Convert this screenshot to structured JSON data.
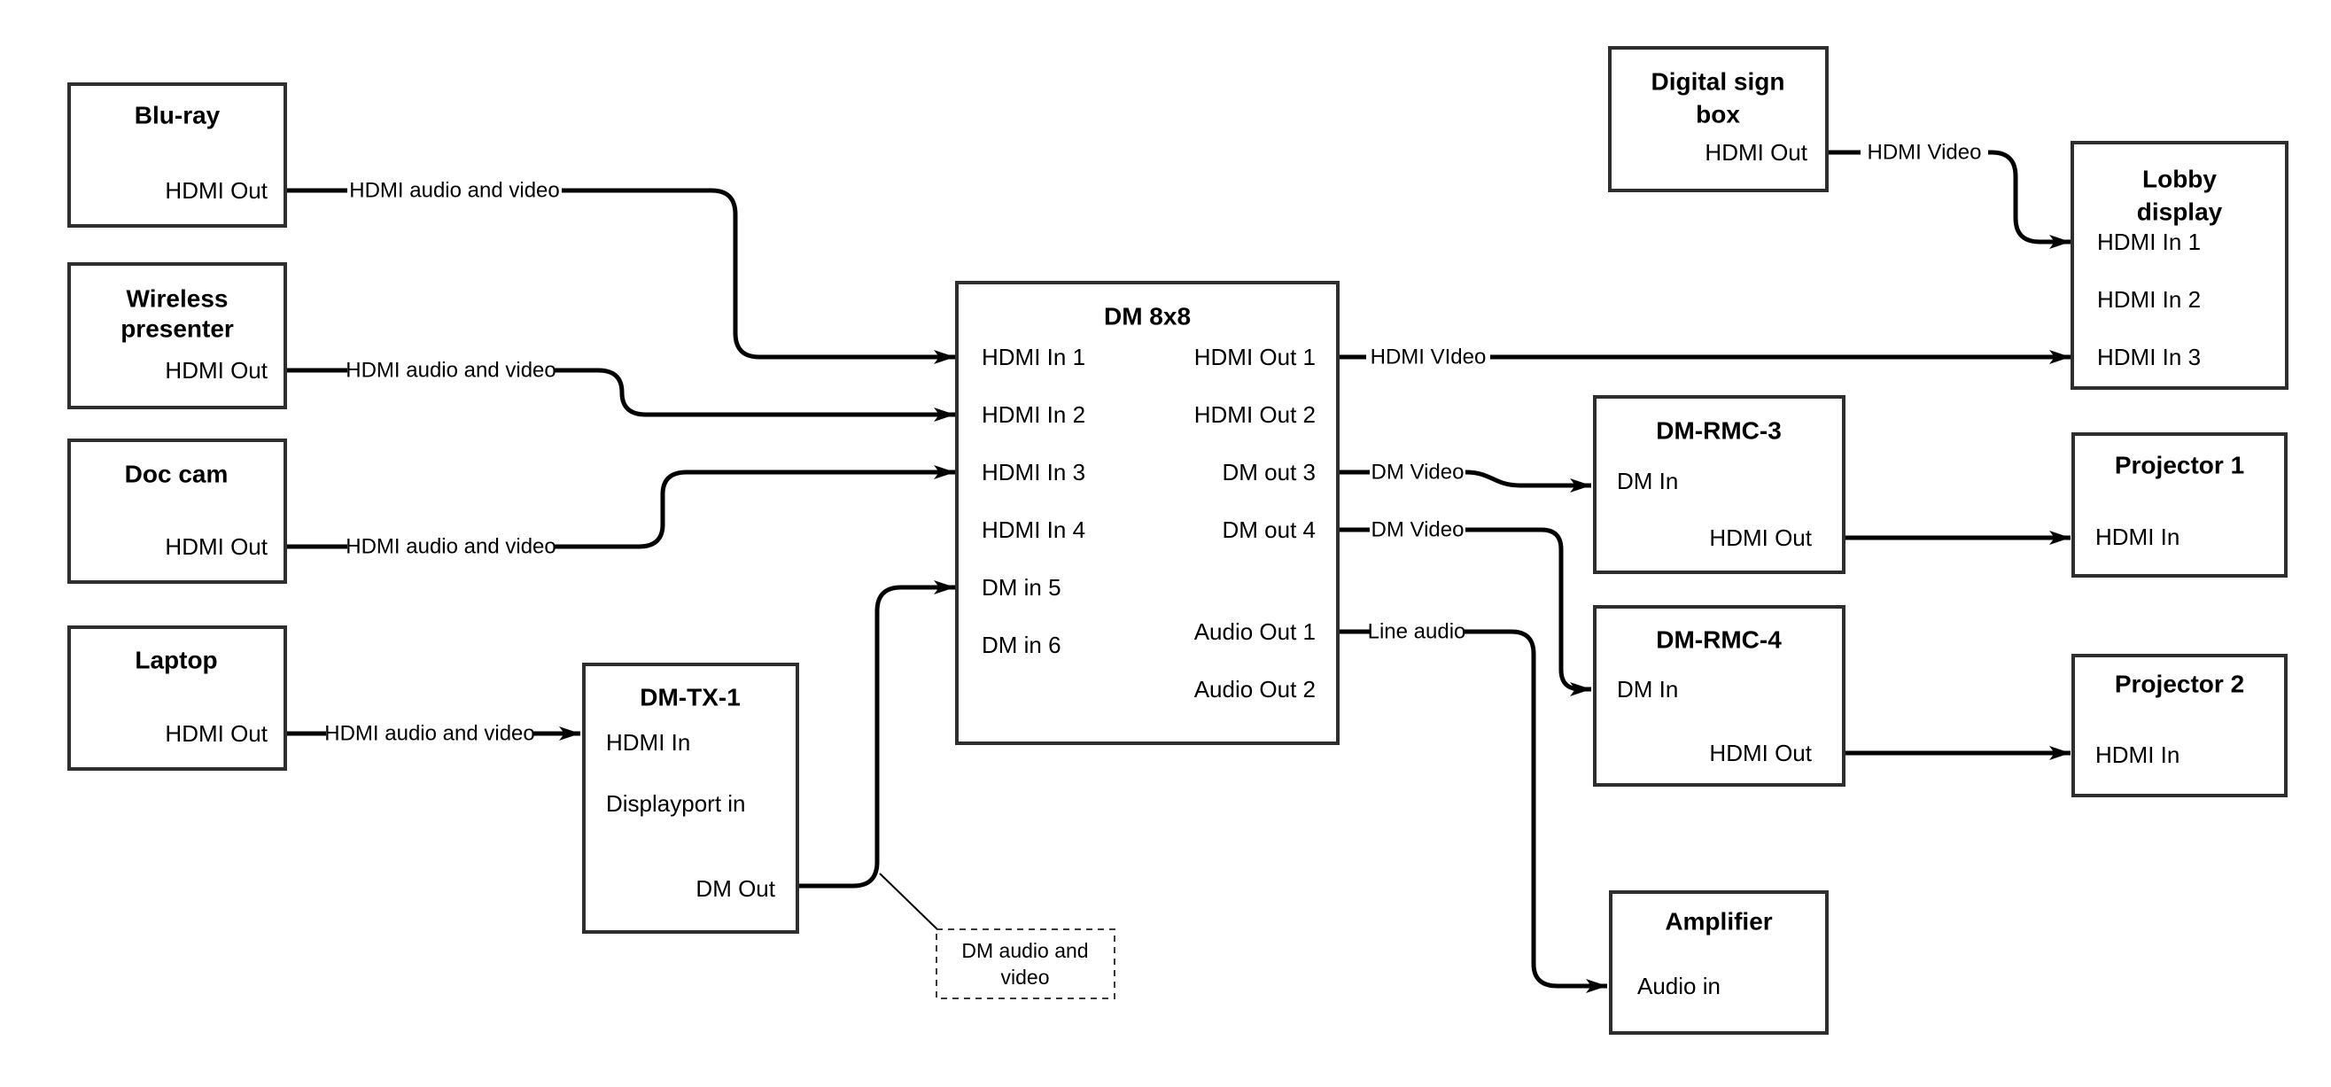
{
  "diagram": {
    "nodes": {
      "bluray": {
        "title": "Blu-ray",
        "ports": {
          "hdmi_out": "HDMI Out"
        }
      },
      "wireless": {
        "title_line1": "Wireless",
        "title_line2": "presenter",
        "ports": {
          "hdmi_out": "HDMI Out"
        }
      },
      "doccam": {
        "title": "Doc cam",
        "ports": {
          "hdmi_out": "HDMI Out"
        }
      },
      "laptop": {
        "title": "Laptop",
        "ports": {
          "hdmi_out": "HDMI Out"
        }
      },
      "dmtx1": {
        "title": "DM-TX-1",
        "ports": {
          "hdmi_in": "HDMI In",
          "displayport_in": "Displayport in",
          "dm_out": "DM Out"
        }
      },
      "dm8x8": {
        "title": "DM 8x8",
        "ports": {
          "hdmi_in_1": "HDMI In 1",
          "hdmi_in_2": "HDMI In 2",
          "hdmi_in_3": "HDMI In 3",
          "hdmi_in_4": "HDMI In 4",
          "dm_in_5": "DM in 5",
          "dm_in_6": "DM in 6",
          "hdmi_out_1": "HDMI Out 1",
          "hdmi_out_2": "HDMI Out 2",
          "dm_out_3": "DM out 3",
          "dm_out_4": "DM out 4",
          "audio_out_1": "Audio Out 1",
          "audio_out_2": "Audio Out 2"
        }
      },
      "digital_sign": {
        "title_line1": "Digital sign",
        "title_line2": "box",
        "ports": {
          "hdmi_out": "HDMI Out"
        }
      },
      "lobby": {
        "title_line1": "Lobby",
        "title_line2": "display",
        "ports": {
          "hdmi_in_1": "HDMI In 1",
          "hdmi_in_2": "HDMI In 2",
          "hdmi_in_3": "HDMI In 3"
        }
      },
      "dmrmc3": {
        "title": "DM-RMC-3",
        "ports": {
          "dm_in": "DM In",
          "hdmi_out": "HDMI Out"
        }
      },
      "proj1": {
        "title": "Projector 1",
        "ports": {
          "hdmi_in": "HDMI In"
        }
      },
      "dmrmc4": {
        "title": "DM-RMC-4",
        "ports": {
          "dm_in": "DM In",
          "hdmi_out": "HDMI Out"
        }
      },
      "proj2": {
        "title": "Projector 2",
        "ports": {
          "hdmi_in": "HDMI In"
        }
      },
      "amplifier": {
        "title": "Amplifier",
        "ports": {
          "audio_in": "Audio in"
        }
      }
    },
    "edge_labels": {
      "bluray_dm8x8": "HDMI audio and video",
      "wireless_dm8x8": "HDMI audio and video",
      "doccam_dm8x8": "HDMI audio and video",
      "laptop_dmtx1": "HDMI audio and video",
      "dm8x8_lobby": "HDMI VIdeo",
      "dm8x8_dmrmc3": "DM Video",
      "dm8x8_dmrmc4": "DM Video",
      "dm8x8_amplifier": "Line audio",
      "digital_lobby": "HDMI Video"
    },
    "note": {
      "line1": "DM audio and",
      "line2": "video"
    },
    "colors": {
      "background": "#ffffff",
      "line": "#000000",
      "box_border": "#2e2e2e"
    }
  }
}
